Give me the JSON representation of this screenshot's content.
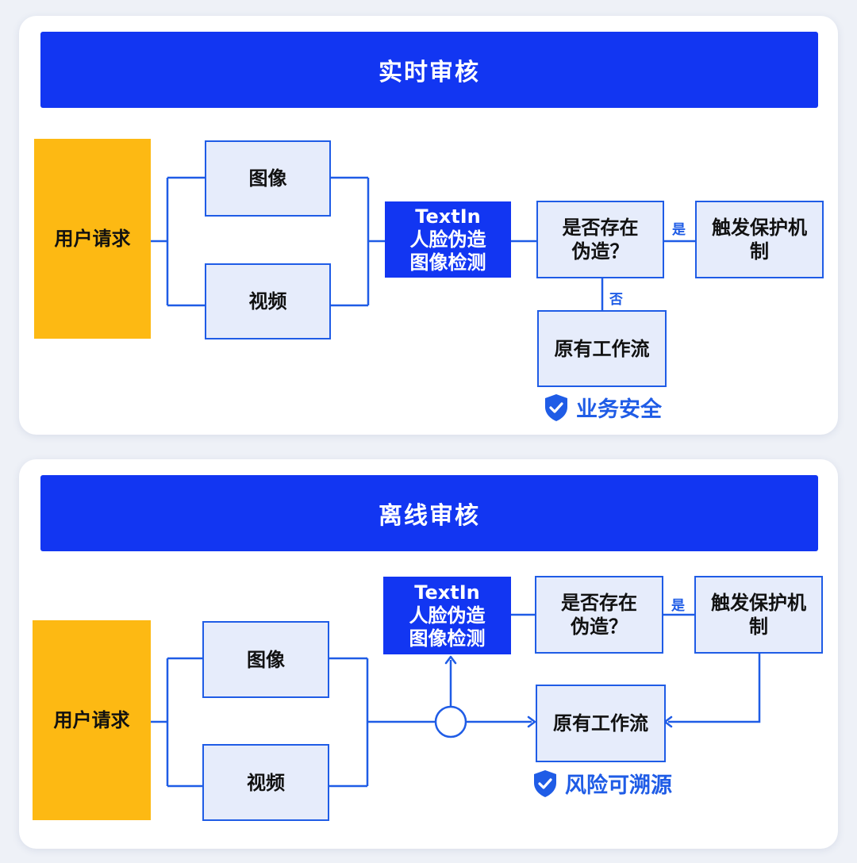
{
  "realtime": {
    "title": "实时审核",
    "user_request": "用户请求",
    "image": "图像",
    "video": "视频",
    "detector_line1": "TextIn",
    "detector_line2": "人脸伪造",
    "detector_line3": "图像检测",
    "decision_line1": "是否存在",
    "decision_line2": "伪造？",
    "yes_label": "是",
    "no_label": "否",
    "protect_line1": "触发保护机",
    "protect_line2": "制",
    "workflow": "原有工作流",
    "badge_text": "业务安全",
    "badge_icon": "shield-check-icon"
  },
  "offline": {
    "title": "离线审核",
    "user_request": "用户请求",
    "image": "图像",
    "video": "视频",
    "detector_line1": "TextIn",
    "detector_line2": "人脸伪造",
    "detector_line3": "图像检测",
    "decision_line1": "是否存在",
    "decision_line2": "伪造？",
    "yes_label": "是",
    "protect_line1": "触发保护机",
    "protect_line2": "制",
    "workflow": "原有工作流",
    "badge_text": "风险可溯源",
    "badge_icon": "shield-check-icon"
  },
  "colors": {
    "header": "#1236f2",
    "request": "#fdb913",
    "box_fill": "#e6ecfb",
    "box_border": "#1f5ce6",
    "accent": "#1f5ce6"
  }
}
